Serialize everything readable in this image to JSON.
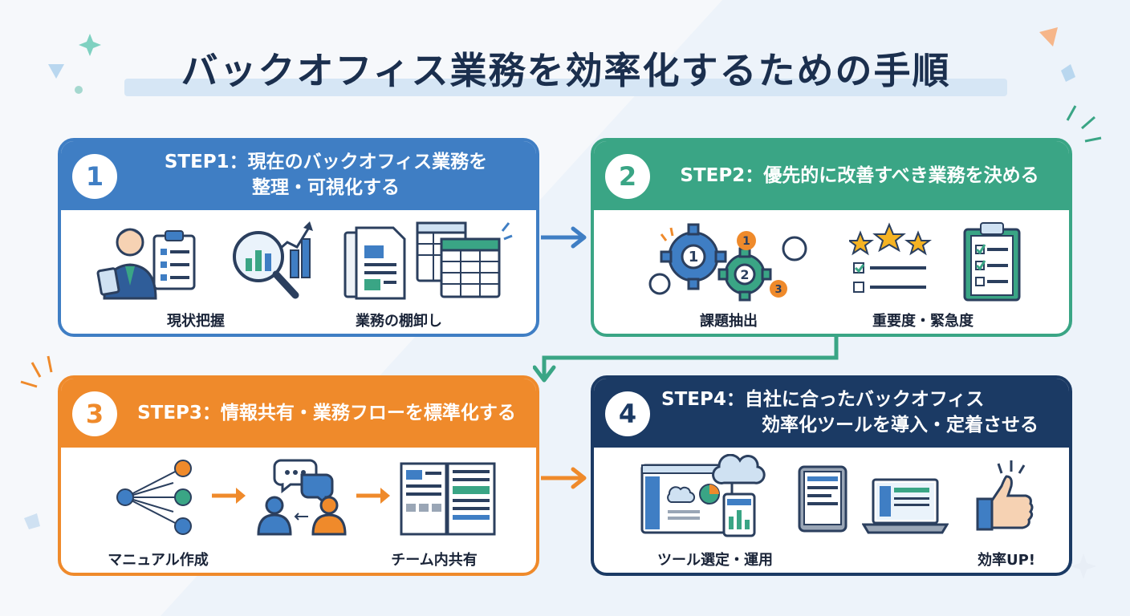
{
  "title": "バックオフィス業務を効率化するための手順",
  "colors": {
    "step1": "#3f7ec4",
    "step2": "#3aa585",
    "step3": "#ef8a2b",
    "step4": "#1b3a64",
    "title": "#1b2f4e"
  },
  "steps": [
    {
      "number": "1",
      "title_line1": "STEP1：現在のバックオフィス業務を",
      "title_line2": "整理・可視化する",
      "items": [
        {
          "label": "現状把握",
          "icons": [
            "businessman-clipboard-icon",
            "magnifier-chart-icon"
          ]
        },
        {
          "label": "業務の棚卸し",
          "icons": [
            "documents-icon",
            "spreadsheet-icon"
          ]
        }
      ]
    },
    {
      "number": "2",
      "title_line1": "STEP2：優先的に改善すべき業務を決める",
      "title_line2": "",
      "items": [
        {
          "label": "課題抽出",
          "icons": [
            "gears-icon"
          ]
        },
        {
          "label": "重要度・緊急度",
          "icons": [
            "stars-checklist-icon",
            "clipboard-checklist-icon"
          ]
        }
      ]
    },
    {
      "number": "3",
      "title_line1": "STEP3：情報共有・業務フローを標準化する",
      "title_line2": "",
      "items": [
        {
          "label": "マニュアル作成",
          "icons": [
            "flow-branch-icon"
          ]
        },
        {
          "label": "チーム内共有",
          "icons": [
            "people-chat-icon",
            "manual-book-icon"
          ]
        }
      ]
    },
    {
      "number": "4",
      "title_line1": "STEP4：自社に合ったバックオフィス",
      "title_line2": "効率化ツールを導入・定着させる",
      "items": [
        {
          "label": "ツール選定・運用",
          "icons": [
            "cloud-dashboard-icon",
            "tablet-icon",
            "laptop-icon"
          ]
        },
        {
          "label": "効率UP!",
          "icons": [
            "thumbs-up-icon"
          ]
        }
      ]
    }
  ]
}
